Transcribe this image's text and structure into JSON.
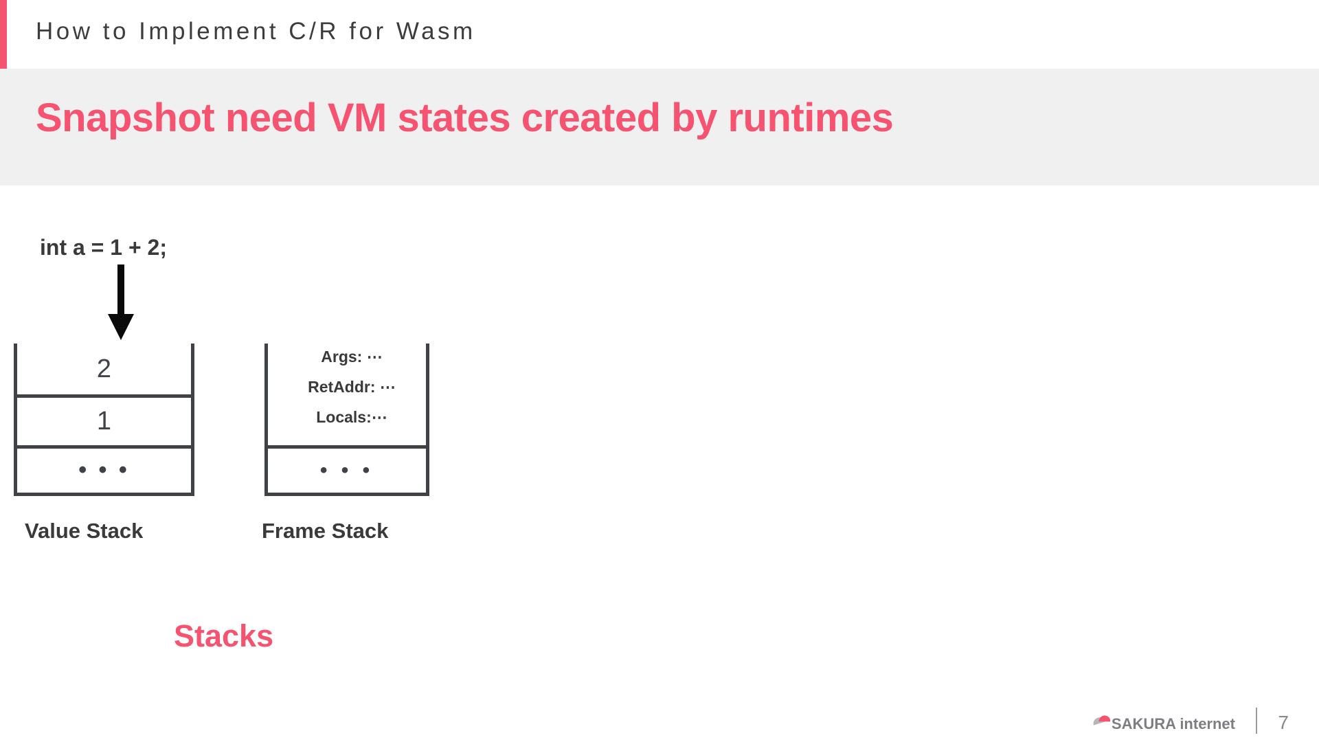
{
  "slide": {
    "header": {
      "title": "How to Implement C/R for Wasm",
      "accent_color": "#F5536F"
    },
    "heading": {
      "text": "Snapshot need VM states created by runtimes",
      "color": "#F5536F",
      "band_color": "#f0f0f0"
    },
    "body": {
      "code_line": "int a = 1 + 2;",
      "arrow": "down-arrow",
      "value_stack": {
        "label": "Value Stack",
        "cells": [
          "2",
          "1",
          "• • •"
        ]
      },
      "frame_stack": {
        "label": "Frame Stack",
        "fields": [
          "Args: ⋯",
          "RetAddr: ⋯",
          "Locals:⋯"
        ],
        "bottom_cell": "• • •"
      },
      "caption": "Stacks",
      "caption_color": "#F5536F",
      "line_color": "#3f4246"
    },
    "footer": {
      "brand": "SAKURA internet",
      "page_number": "7",
      "brand_color": "#7d7d82",
      "mark_top_color": "#F5536F",
      "mark_bottom_color": "#b6b6bb"
    }
  }
}
